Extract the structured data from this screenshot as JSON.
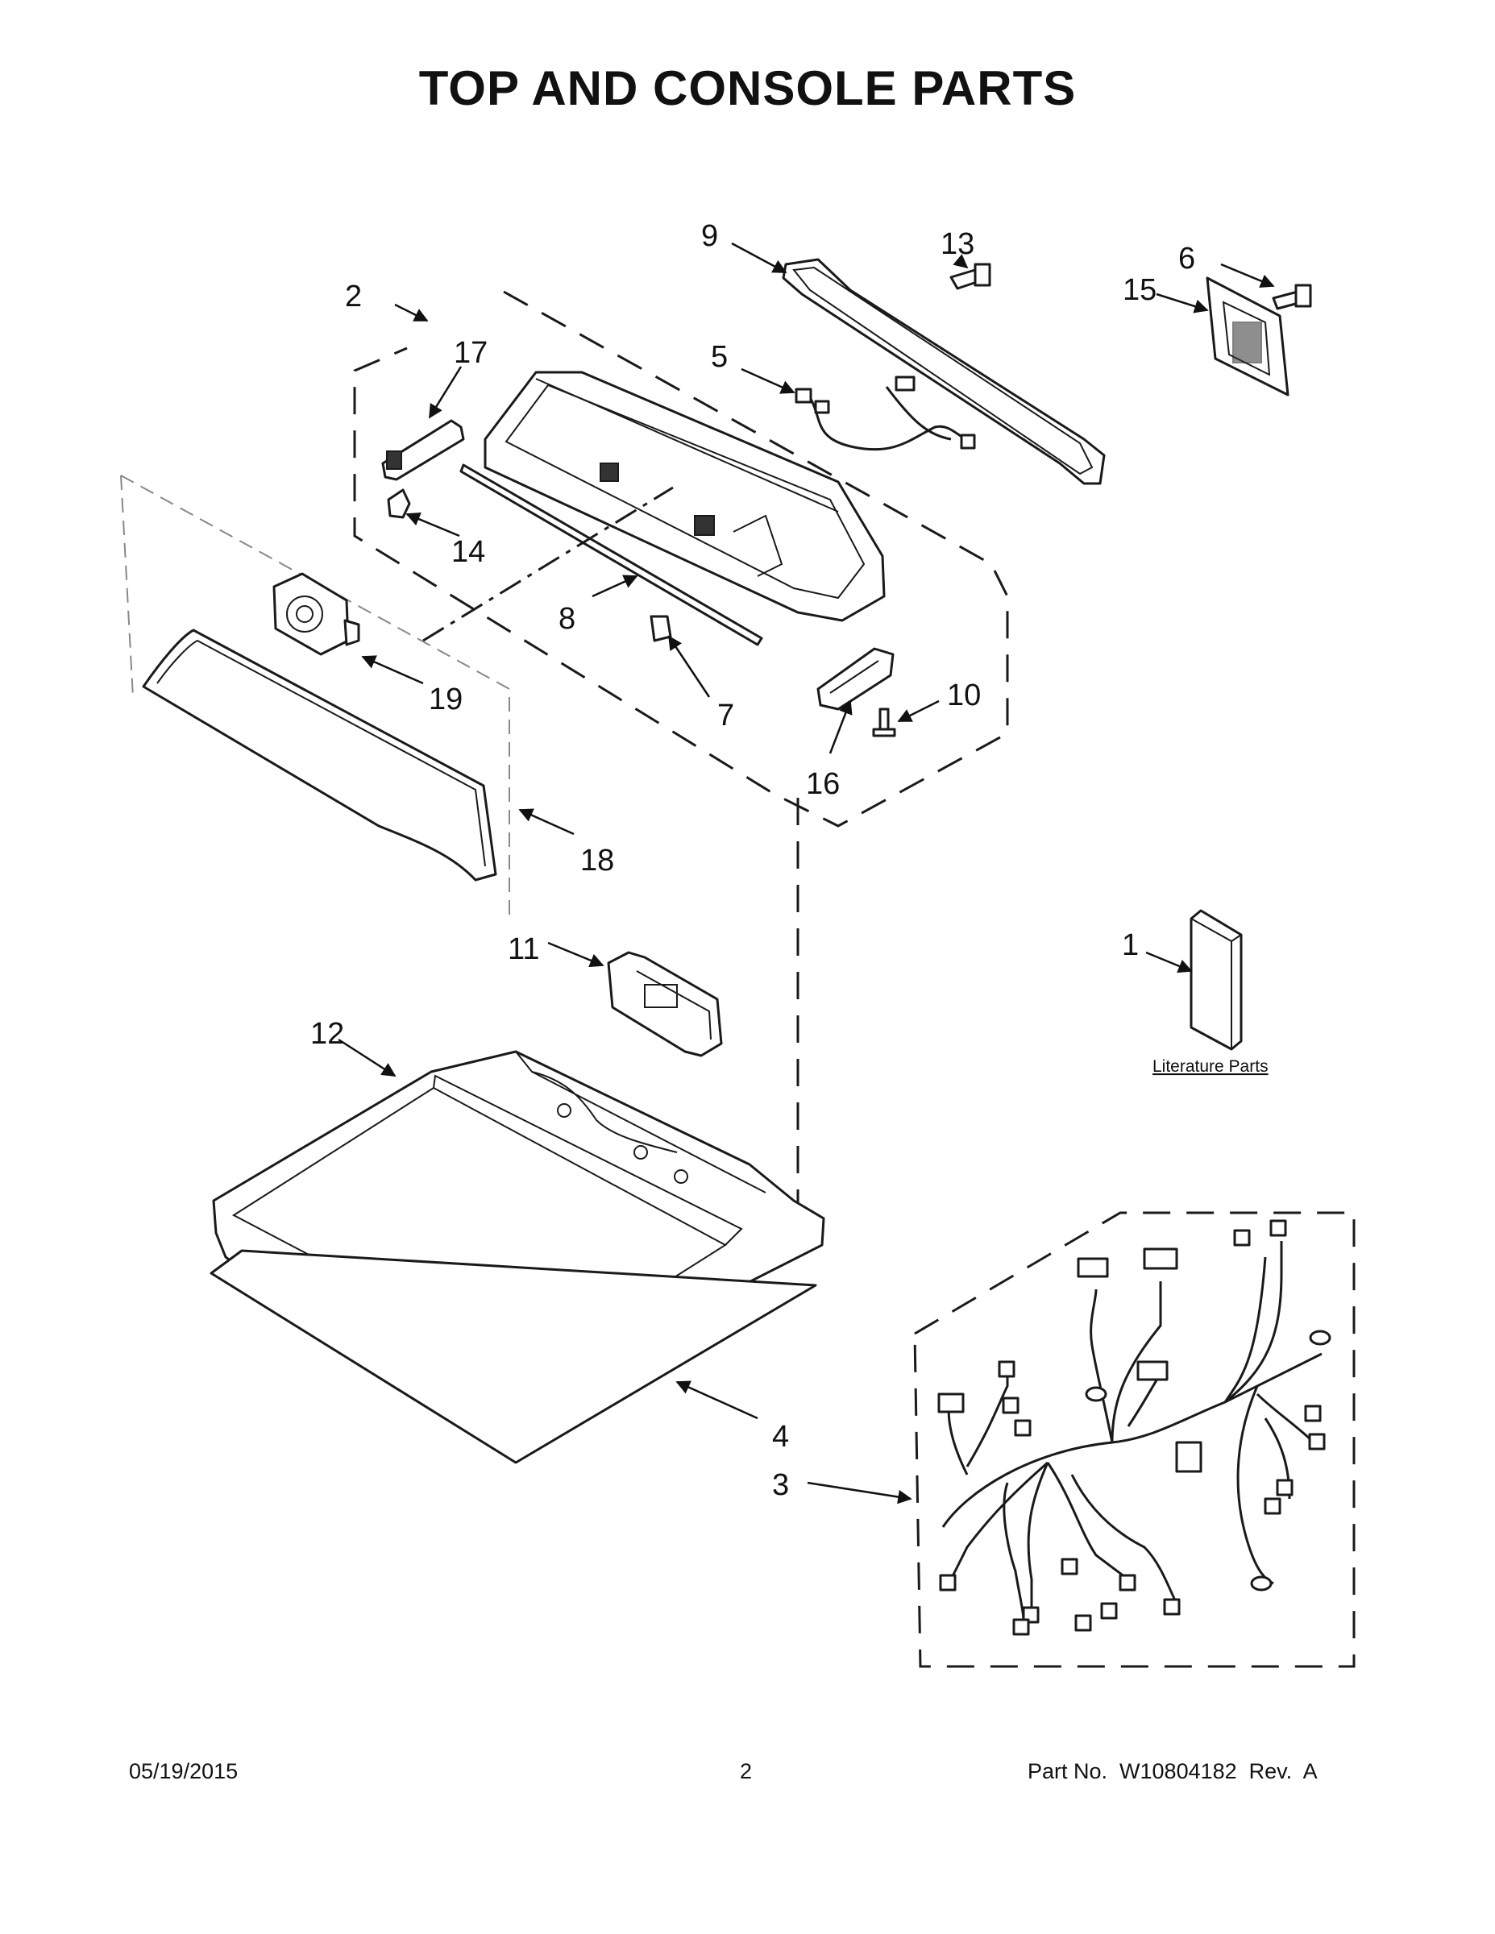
{
  "title": "TOP AND CONSOLE PARTS",
  "literature_label": "Literature Parts",
  "callouts": {
    "c1": "1",
    "c2": "2",
    "c3": "3",
    "c4": "4",
    "c5": "5",
    "c6": "6",
    "c7": "7",
    "c8": "8",
    "c9": "9",
    "c10": "10",
    "c11": "11",
    "c12": "12",
    "c13": "13",
    "c14": "14",
    "c15": "15",
    "c16": "16",
    "c17": "17",
    "c18": "18",
    "c19": "19"
  },
  "footer": {
    "date": "05/19/2015",
    "page": "2",
    "part_number": "Part No.  W10804182  Rev.  A"
  }
}
